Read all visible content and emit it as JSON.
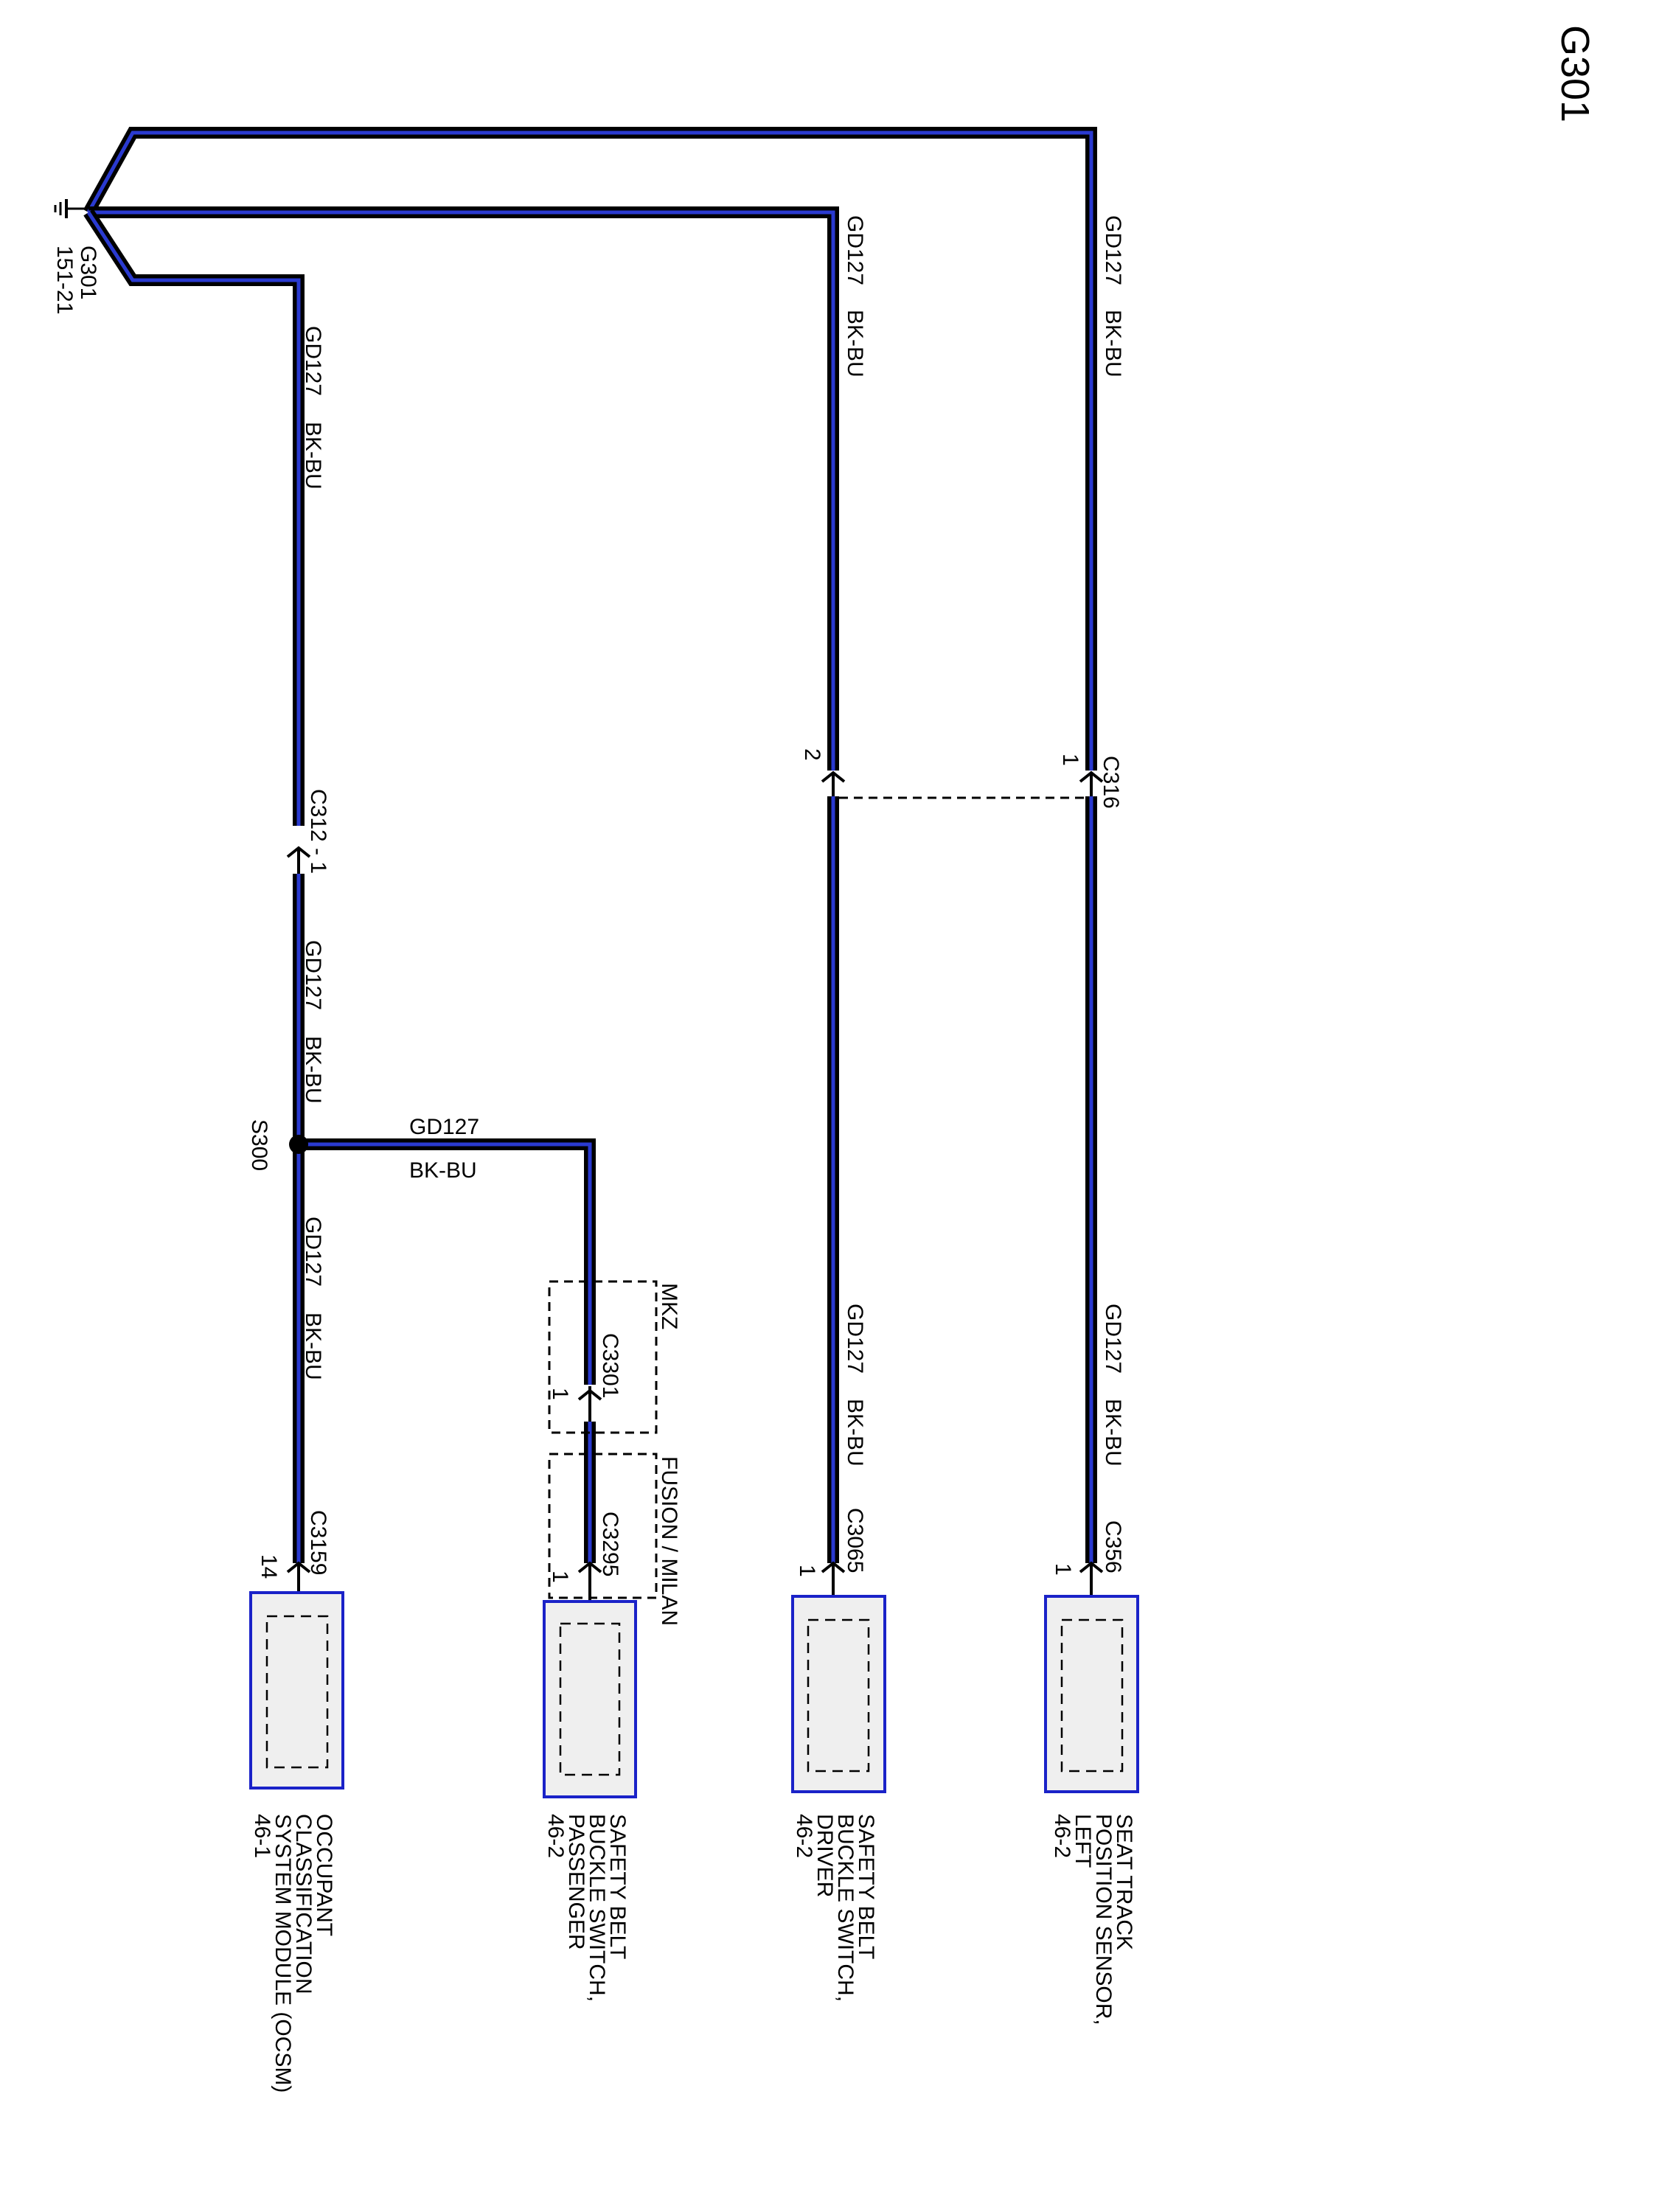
{
  "title": "G301",
  "ground": {
    "name": "G301",
    "ref": "151-21"
  },
  "splice": "S300",
  "wire": {
    "circuit": "GD127",
    "color": "BK-BU"
  },
  "connectors": {
    "c312": "C312 - 1",
    "c316": "C316",
    "c316_pin_a": "1",
    "c316_pin_b": "2",
    "c3301": "C3301",
    "c3301_pin": "1",
    "c3295": "C3295",
    "c3295_pin": "1",
    "c3159": "C3159",
    "c3159_pin": "14",
    "c3065": "C3065",
    "c3065_pin": "1",
    "c356": "C356",
    "c356_pin": "1"
  },
  "variants": {
    "mkz": "MKZ",
    "fusion_milan": "FUSION / MILAN"
  },
  "components": [
    {
      "lines": [
        "OCCUPANT",
        "CLASSIFICATION",
        "SYSTEM MODULE (OCSM)",
        "46-1"
      ]
    },
    {
      "lines": [
        "SAFETY BELT",
        "BUCKLE SWITCH,",
        "PASSENGER",
        "46-2"
      ]
    },
    {
      "lines": [
        "SAFETY BELT",
        "BUCKLE SWITCH,",
        "DRIVER",
        "46-2"
      ]
    },
    {
      "lines": [
        "SEAT TRACK",
        "POSITION SENSOR,",
        "LEFT",
        "46-2"
      ]
    }
  ],
  "colors": {
    "wire_outline": "#000000",
    "wire_fill": "#2a3ad0",
    "component_border": "#1a22c8",
    "component_fill": "#efefef"
  }
}
